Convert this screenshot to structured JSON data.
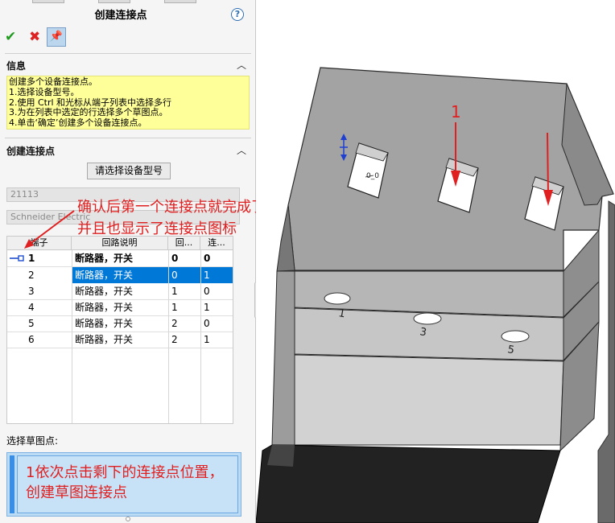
{
  "panel": {
    "title": "创建连接点",
    "help": "?",
    "icons": {
      "ok": "check-icon",
      "cancel": "close-icon",
      "pin": "pushpin-icon"
    },
    "info_section": {
      "title": "信息",
      "lines": [
        "创建多个设备连接点。",
        "1.选择设备型号。",
        "2.使用 Ctrl 和光标从端子列表中选择多行",
        "3.为在列表中选定的行选择多个草图点。",
        "4.单击‘确定’创建多个设备连接点。"
      ]
    },
    "connection_section": {
      "title": "创建连接点",
      "select_model_button": "请选择设备型号",
      "model_number": "21113",
      "manufacturer": "Schneider Electric"
    },
    "table": {
      "columns": [
        "端子",
        "回路说明",
        "回...",
        "连..."
      ],
      "rows": [
        {
          "terminal": "1",
          "circuit": "断路器，开关",
          "loop": "0",
          "conn": "0"
        },
        {
          "terminal": "2",
          "circuit": "断路器，开关",
          "loop": "0",
          "conn": "1"
        },
        {
          "terminal": "3",
          "circuit": "断路器，开关",
          "loop": "1",
          "conn": "0"
        },
        {
          "terminal": "4",
          "circuit": "断路器，开关",
          "loop": "1",
          "conn": "1"
        },
        {
          "terminal": "5",
          "circuit": "断路器，开关",
          "loop": "2",
          "conn": "0"
        },
        {
          "terminal": "6",
          "circuit": "断路器，开关",
          "loop": "2",
          "conn": "1"
        }
      ]
    },
    "sketch_label": "选择草图点:"
  },
  "annotations": {
    "main_line1": "确认后第一个连接点就完成了，",
    "main_line2": "并且也显示了连接点图标",
    "sketch_line1": "1依次点击剩下的连接点位置，",
    "sketch_line2": "创建草图连接点",
    "slot_label": "1",
    "point_label": "0_0",
    "terminal_labels": [
      "1",
      "3",
      "5"
    ]
  },
  "colors": {
    "annotation_red": "#e02020",
    "selection_blue": "#0078d7",
    "info_yellow": "#ffff99",
    "model_gray": "#8a8a8a"
  }
}
